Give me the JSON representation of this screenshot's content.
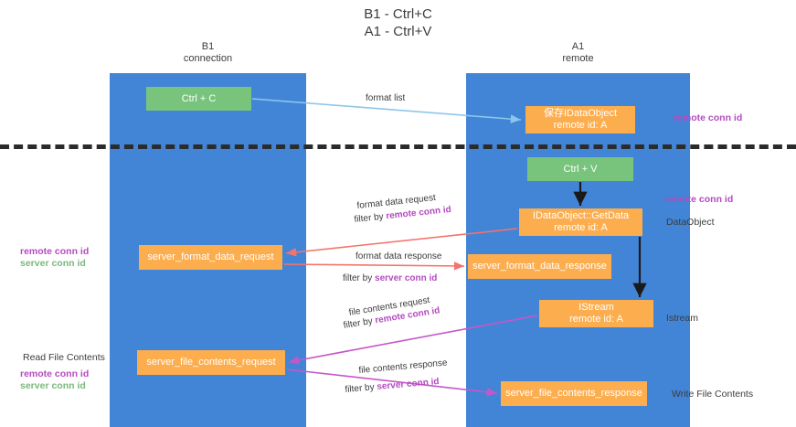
{
  "title": "B1 - Ctrl+C\nA1 - Ctrl+V",
  "lanes": {
    "left": {
      "header": "B1\nconnection"
    },
    "right": {
      "header": "A1\nremote"
    }
  },
  "boxes": {
    "ctrl_c": "Ctrl + C",
    "save_dataobject": "保存IDataObject\nremote id: A",
    "ctrl_v": "Ctrl + V",
    "getdata": "IDataObject::GetData\nremote id: A",
    "server_format_data_request": "server_format_data_request",
    "server_format_data_response": "server_format_data_response",
    "istream": "IStream\nremote id: A",
    "server_file_contents_request": "server_file_contents_request",
    "server_file_contents_response": "server_file_contents_response"
  },
  "arrow_labels": {
    "format_list": "format list",
    "format_data_request": "format data request",
    "format_data_request_filter_prefix": "filter by ",
    "format_data_request_filter_value": "remote conn id",
    "format_data_response": "format data response",
    "format_data_response_filter_prefix": "filter by ",
    "format_data_response_filter_value": "server conn id",
    "file_contents_request": "file contents request",
    "file_contents_request_filter_prefix": "filter by ",
    "file_contents_request_filter_value": "remote conn id",
    "file_contents_response": "file contents response",
    "file_contents_response_filter_prefix": "filter by ",
    "file_contents_response_filter_value": "server conn id"
  },
  "annotations": {
    "remote_conn_id_top": "remote conn id",
    "remote_conn_id_mid": "remote conn id",
    "dataobject": "DataObject",
    "istream": "Istream",
    "write_file_contents": "Write File Contents",
    "read_file_contents": "Read File Contents"
  },
  "legends": {
    "mid_left": {
      "remote": "remote conn id",
      "server": "server conn id"
    },
    "bottom_left": {
      "remote": "remote conn id",
      "server": "server conn id"
    }
  },
  "colors": {
    "lane": "#4285d6",
    "green_box": "#79c47c",
    "orange_box": "#fcad4e",
    "purple_text": "#b44ac0",
    "green_text": "#7ab97d",
    "red_arrow": "#f4736a",
    "blue_arrow": "#8ec6ea",
    "magenta_arrow": "#c557c9",
    "black_arrow": "#1a1a1a"
  }
}
